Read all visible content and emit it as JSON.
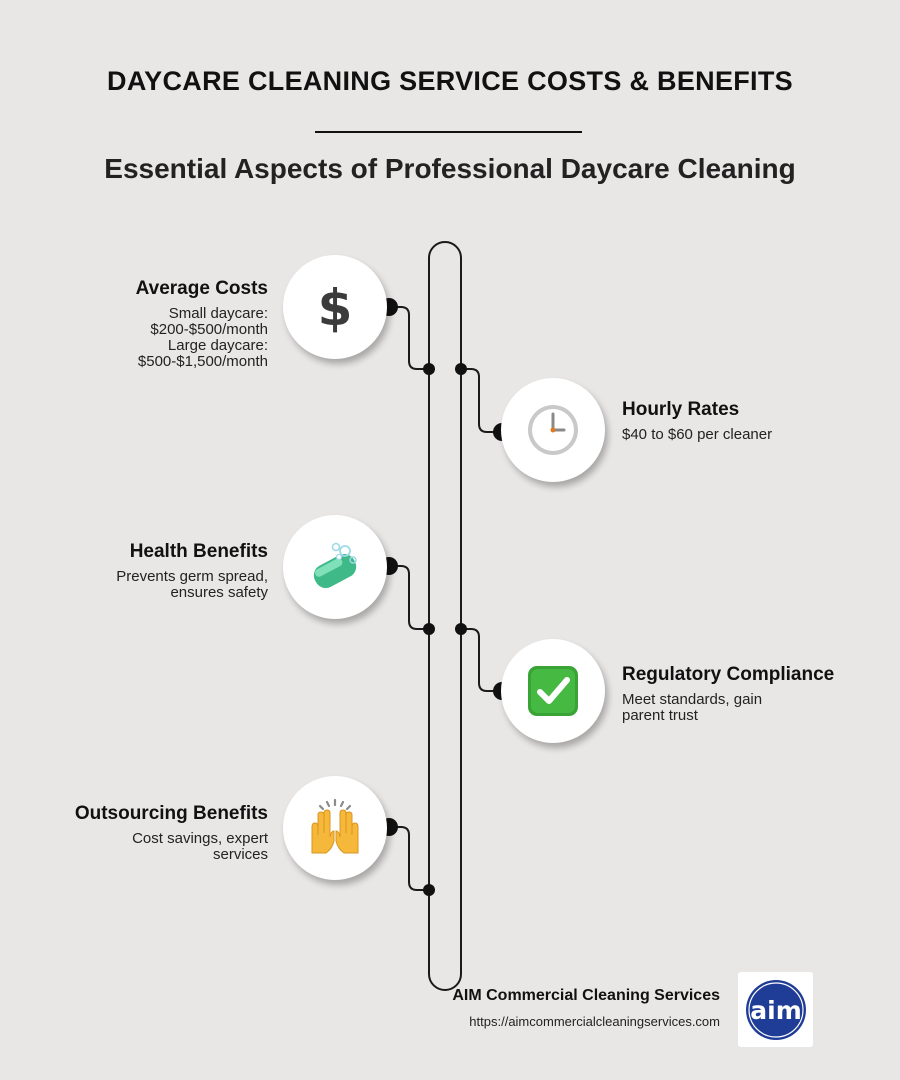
{
  "header": {
    "title": "DAYCARE CLEANING SERVICE COSTS & BENEFITS",
    "subtitle": "Essential Aspects of Professional Daycare Cleaning"
  },
  "items": [
    {
      "title": "Average Costs",
      "desc": [
        "Small daycare:",
        "$200-$500/month",
        "Large daycare:",
        "$500-$1,500/month"
      ],
      "icon": "dollar-sign-icon"
    },
    {
      "title": "Hourly Rates",
      "desc": [
        "$40 to $60 per cleaner"
      ],
      "icon": "clock-icon"
    },
    {
      "title": "Health Benefits",
      "desc": [
        "Prevents germ spread,",
        "ensures safety"
      ],
      "icon": "soap-icon"
    },
    {
      "title": "Regulatory Compliance",
      "desc": [
        "Meet standards, gain",
        "parent trust"
      ],
      "icon": "check-mark-button-icon"
    },
    {
      "title": "Outsourcing Benefits",
      "desc": [
        "Cost savings, expert",
        "services"
      ],
      "icon": "raised-hands-icon"
    }
  ],
  "footer": {
    "company": "AIM Commercial Cleaning Services",
    "url": "https://aimcommercialcleaningservices.com",
    "logo_text": "aim"
  },
  "colors": {
    "background": "#e9e7e6",
    "text": "#111111",
    "line": "#1a1a1a",
    "check_green": "#3aa335",
    "soap_green": "#4fc79a",
    "logo_blue": "#1f3c96"
  }
}
